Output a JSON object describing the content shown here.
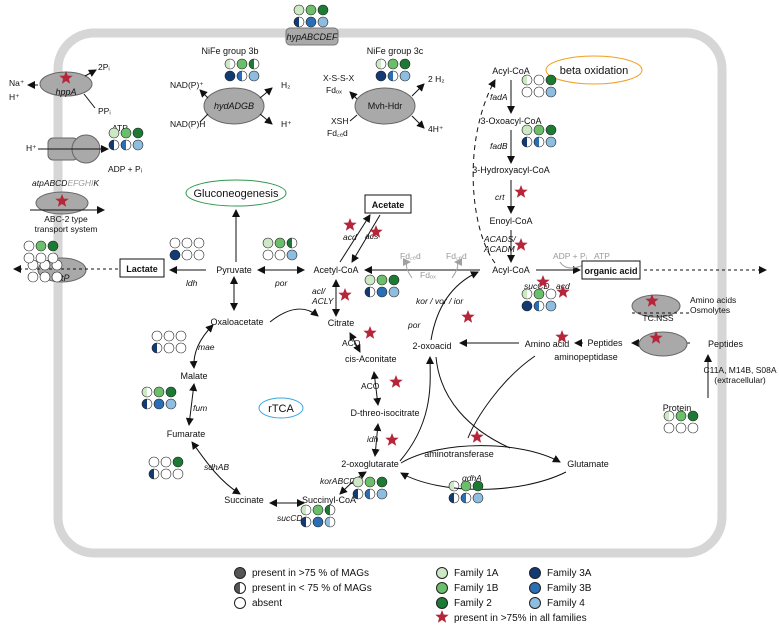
{
  "colors": {
    "family_1a": "#cce8c4",
    "family_1b": "#6bbf6a",
    "family_2": "#1d7a35",
    "family_3a": "#123a73",
    "family_3b": "#2a6fb5",
    "family_4": "#8fbde0",
    "star": "#b5263a",
    "orange": "#f0a020",
    "green": "#2f9a4e",
    "cyan": "#3aa8e0",
    "cell": "#d6d6d6",
    "enzyme": "#a9a9a9"
  },
  "top": {
    "hyp": "hypABCDEF"
  },
  "hydrogenases": {
    "g3b_title": "NiFe group 3b",
    "g3b_enzyme": "hydADGB",
    "g3b_nadp_plus": "NAD(P)⁺",
    "g3b_h2": "H₂",
    "g3b_nadph": "NAD(P)H",
    "g3b_hplus": "H⁺",
    "g3c_title": "NiFe group 3c",
    "g3c_enzyme": "Mvh-Hdr",
    "g3c_xsss": "X-S-S-X",
    "g3c_fdox": "Fdₒₓ",
    "g3c_2h2": "2 H₂",
    "g3c_xsh": "XSH",
    "g3c_fdred": "Fd꜀ₑd",
    "g3c_4h": "4H⁺"
  },
  "left": {
    "na": "Na⁺",
    "hplus1": "H⁺",
    "twop": "2Pᵢ",
    "ppi": "PPᵢ",
    "hppa": "hppA",
    "hplus2": "H⁺",
    "atp": "ATP",
    "adp": "ADP + Pᵢ",
    "atp_main": "atpABCD",
    "atp_gray": "EFGHI",
    "atp_k": "K",
    "abc": "ABC-2 type\ntransport system",
    "lctp": "lctP",
    "lactate": "Lactate"
  },
  "center": {
    "gluconeogenesis": "Gluconeogenesis",
    "acetate": "Acetate",
    "acd": "acd",
    "acs": "acs",
    "ldh": "ldh",
    "pyruvate": "Pyruvate",
    "por": "por",
    "acetylcoa": "Acetyl-CoA",
    "acl": "acl/\nACLY",
    "oxaloacetate": "Oxaloacetate",
    "citrate": "Citrate",
    "mae": "mae",
    "aco1": "ACO",
    "cisaconitate": "cis-Aconitate",
    "malate": "Malate",
    "aco2": "ACO",
    "fum": "fum",
    "rtca": "rTCA",
    "dthreo": "D-threo-isocitrate",
    "fumarate": "Fumarate",
    "idh": "idh",
    "sdhab": "sdhAB",
    "oxoglutarate": "2-oxoglutarate",
    "korabcd": "korABCD",
    "succinate": "Succinate",
    "succinylcoa": "Succinyl-CoA",
    "sucd": "sucCD"
  },
  "right": {
    "beta": "beta oxidation",
    "acylcoa_top": "Acyl-CoA",
    "fada": "fadA",
    "oxoacyl": "3-Oxoacyl-CoA",
    "fadb": "fadB",
    "hydroxyacyl": "3-Hydroxyacyl-CoA",
    "crt": "crt",
    "enoyl": "Enoyl-CoA",
    "acads": "ACADS/\nACADM",
    "adp": "ADP + Pᵢ",
    "atp": "ATP",
    "acylcoa": "Acyl-CoA",
    "organic": "organic acid",
    "fdred1": "Fd꜀ₑd",
    "fdox": "Fdₒₓ",
    "fdred2": "Fd꜀ₑd",
    "kor": "kor / vor / ior",
    "por2": "por",
    "sucd2": "sucCD",
    "acd2": "acd",
    "twooxoacid": "2-oxoacid",
    "aminoacid": "Amino acid",
    "peptides_in": "Peptides",
    "aminopeptidase": "aminopeptidase",
    "aminotransferase": "aminotransferase",
    "glutamate": "Glutamate",
    "gdha": "gdhA",
    "aa_osm": "Amino acids\nOsmolytes",
    "tcnss": "TC.NSS",
    "peptides_out": "Peptides",
    "proteases": "C11A, M14B, S08A\n(extracellular)",
    "protein": "Protein"
  },
  "legend": {
    "present75": "present in >75 % of MAGs",
    "present_lt": "present in < 75 % of MAGs",
    "absent": "absent",
    "f1a": "Family 1A",
    "f1b": "Family 1B",
    "f2": "Family 2",
    "f3a": "Family 3A",
    "f3b": "Family 3B",
    "f4": "Family 4",
    "allfam": "present in >75%  in all families"
  }
}
